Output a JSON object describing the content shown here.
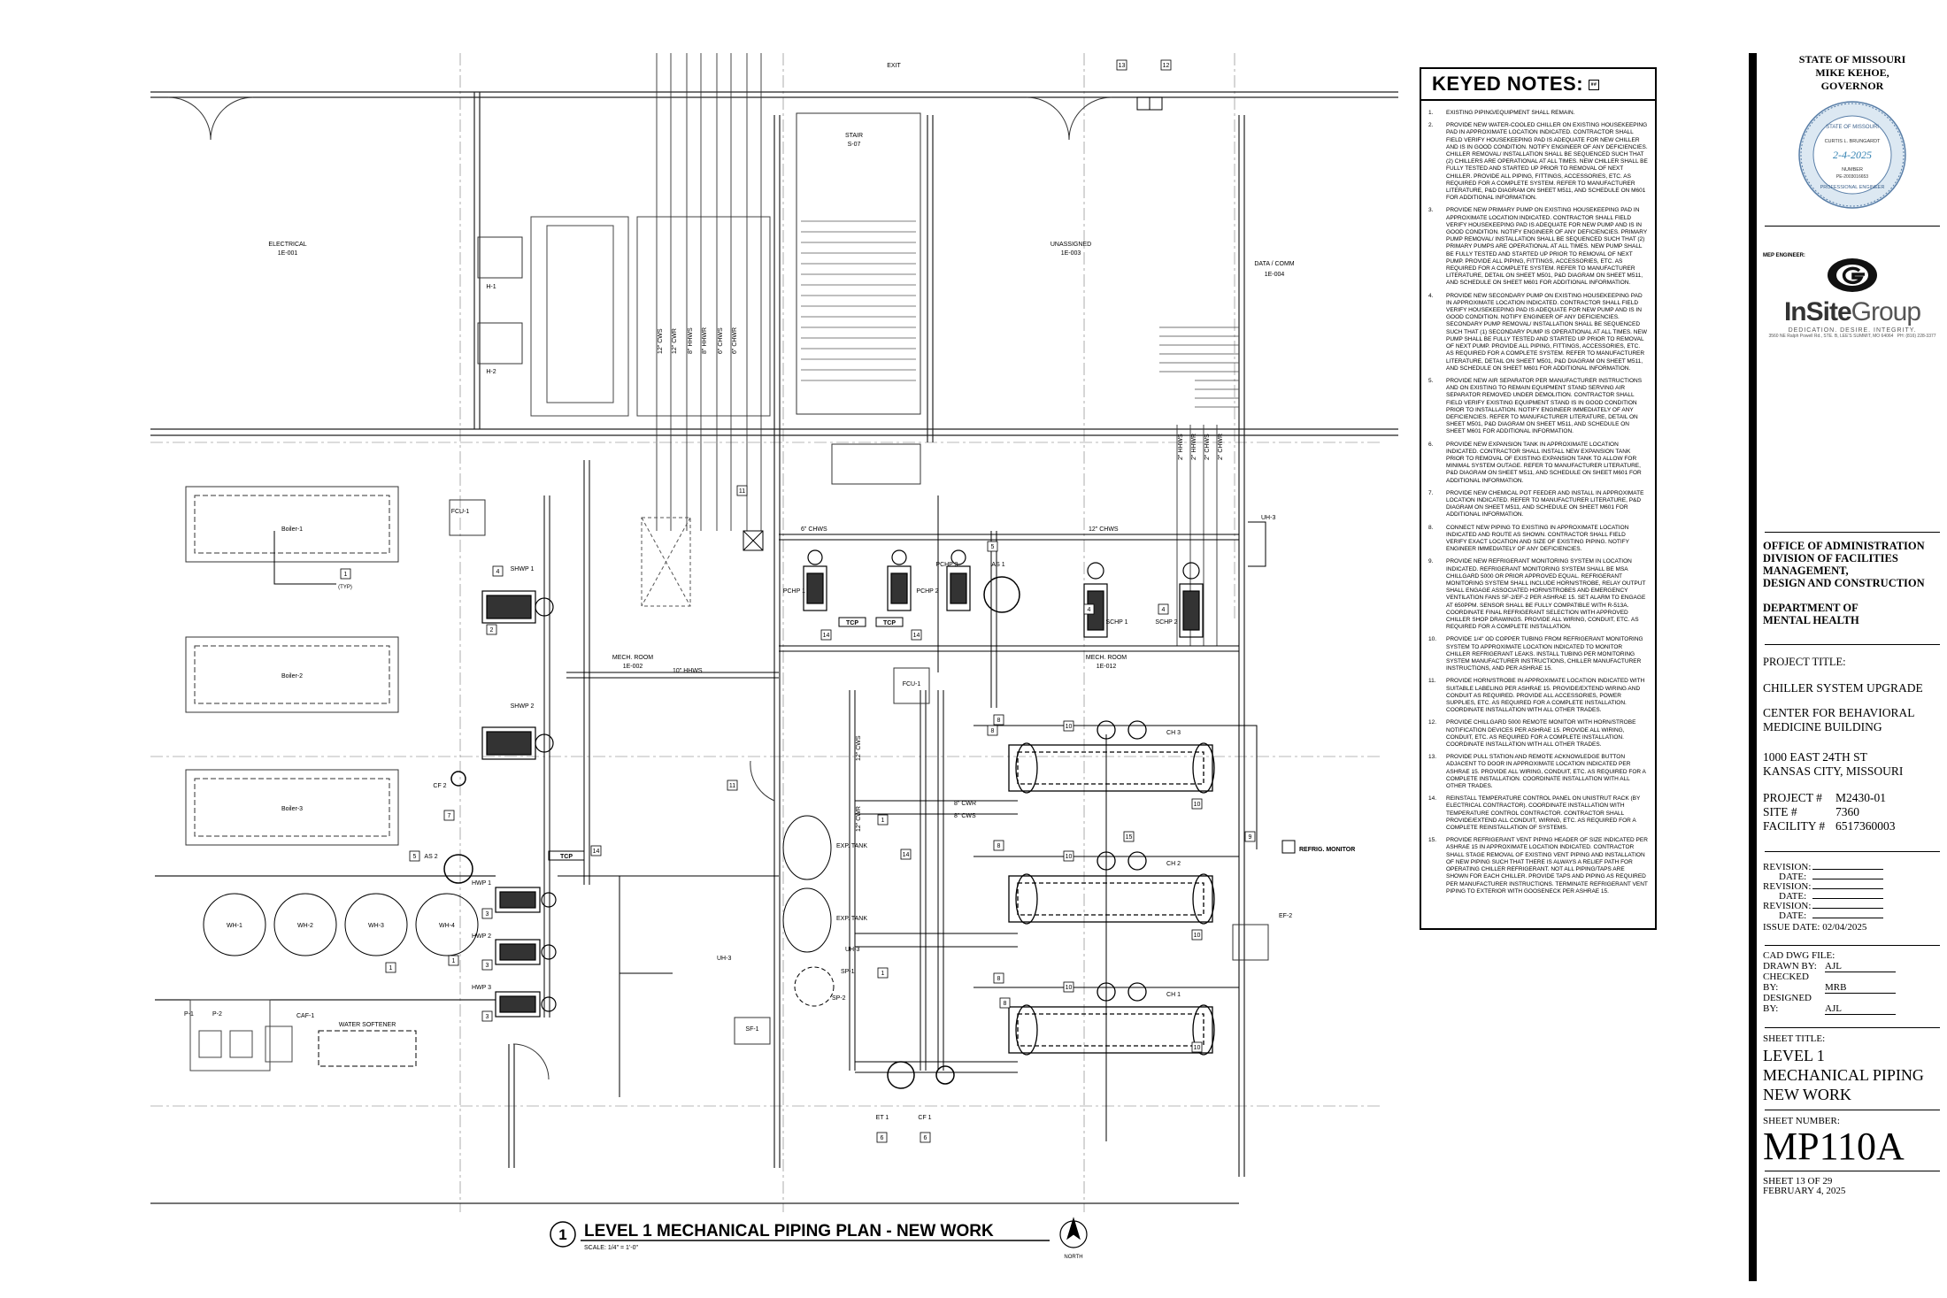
{
  "plan": {
    "title": "LEVEL 1 MECHANICAL PIPING PLAN - NEW WORK",
    "title_num": "1",
    "scale": "SCALE: 1/4\" = 1'-0\"",
    "north": "NORTH",
    "rooms": [
      {
        "name": "ELECTRICAL",
        "tag": "1E-001"
      },
      {
        "name": "STAIR",
        "tag": "S-07"
      },
      {
        "name": "UNASSIGNED",
        "tag": "1E-003"
      },
      {
        "name": "DATA / COMM",
        "tag": "1E-004"
      },
      {
        "name": "MECH. ROOM",
        "tag": "1E-002"
      },
      {
        "name": "MECH. ROOM",
        "tag": "1E-012"
      },
      {
        "name": "EXIT",
        "tag": ""
      }
    ],
    "equipment": {
      "boilers": [
        "Boiler-1",
        "Boiler-2",
        "Boiler-3"
      ],
      "water_heaters": [
        "WH-1",
        "WH-2",
        "WH-3",
        "WH-4"
      ],
      "shwp": [
        "SHWP 1",
        "SHWP 2"
      ],
      "hwp": [
        "HWP 1",
        "HWP 2",
        "HWP 3"
      ],
      "chillers": [
        "CH 3",
        "CH 2",
        "CH 1"
      ],
      "pchp": [
        "PCHP 1",
        "PCHP 2",
        "PCHP 3"
      ],
      "schp": [
        "SCHP 1",
        "SCHP 2"
      ],
      "misc": [
        "H-1",
        "H-2",
        "FCU-1",
        "FCU-1",
        "CF 2",
        "CF 1",
        "AS 2",
        "AS 1",
        "ET 1",
        "TCP",
        "TCP",
        "TCP",
        "EXP. TANK",
        "EXP. TANK",
        "UH-3",
        "UH-3",
        "UH-3",
        "SP-1",
        "SP-2",
        "SF-1",
        "EF-2",
        "P-1",
        "P-2",
        "CAF-1",
        "WATER SOFTENER",
        "REFRIG. MONITOR"
      ]
    },
    "pipes": [
      "12\" CWS",
      "12\" CWR",
      "8\" HHWS",
      "8\" HHWR",
      "6\" CHWS",
      "6\" CHWR",
      "6\" CHWS",
      "12\" CHWS",
      "10\" HHWS",
      "12\" CWS",
      "12\" CWR",
      "8\" CWR",
      "8\" CWS",
      "2\" HHWS",
      "2\" HHWR",
      "2\" CHWS",
      "2\" CHWR"
    ],
    "callouts": [
      "1",
      "1",
      "1",
      "1",
      "1",
      "2",
      "3",
      "3",
      "3",
      "4",
      "4",
      "4",
      "5",
      "5",
      "6",
      "6",
      "7",
      "8",
      "8",
      "8",
      "8",
      "8",
      "9",
      "10",
      "10",
      "10",
      "10",
      "10",
      "10",
      "11",
      "11",
      "12",
      "13",
      "14",
      "14",
      "14",
      "14",
      "15"
    ],
    "typ": "(TYP)"
  },
  "notes": {
    "title": "KEYED NOTES:",
    "items": [
      "EXISTING PIPING/EQUIPMENT SHALL REMAIN.",
      "PROVIDE NEW WATER-COOLED CHILLER ON EXISTING HOUSEKEEPING PAD IN APPROXIMATE LOCATION INDICATED. CONTRACTOR SHALL FIELD VERIFY HOUSEKEEPING PAD IS ADEQUATE FOR NEW CHILLER AND IS IN GOOD CONDITION. NOTIFY ENGINEER OF ANY DEFICIENCIES. CHILLER REMOVAL/ INSTALLATION SHALL BE SEQUENCED SUCH THAT (2) CHILLERS ARE OPERATIONAL AT ALL TIMES. NEW CHILLER SHALL BE FULLY TESTED AND STARTED UP PRIOR TO REMOVAL OF NEXT CHILLER. PROVIDE ALL PIPING, FITTINGS, ACCESSORIES, ETC. AS REQUIRED FOR A COMPLETE SYSTEM. REFER TO MANUFACTURER LITERATURE, P&D DIAGRAM ON SHEET M511, AND SCHEDULE ON M601 FOR ADDITIONAL INFORMATION.",
      "PROVIDE NEW PRIMARY PUMP ON EXISTING HOUSEKEEPING PAD IN APPROXIMATE LOCATION INDICATED. CONTRACTOR SHALL FIELD VERIFY HOUSEKEEPING PAD IS ADEQUATE FOR NEW PUMP AND IS IN GOOD CONDITION. NOTIFY ENGINEER OF ANY DEFICIENCIES. PRIMARY PUMP REMOVAL/ INSTALLATION SHALL BE SEQUENCED SUCH THAT (2) PRIMARY PUMPS ARE OPERATIONAL AT ALL TIMES. NEW PUMP SHALL BE FULLY TESTED AND STARTED UP PRIOR TO REMOVAL OF NEXT PUMP. PROVIDE ALL PIPING, FITTINGS, ACCESSORIES, ETC. AS REQUIRED FOR A COMPLETE SYSTEM. REFER TO MANUFACTURER LITERATURE, DETAIL ON SHEET M501, P&D DIAGRAM ON SHEET M511, AND SCHEDULE ON SHEET M601 FOR ADDITIONAL INFORMATION.",
      "PROVIDE NEW SECONDARY PUMP ON EXISTING HOUSEKEEPING PAD IN APPROXIMATE LOCATION INDICATED. CONTRACTOR SHALL FIELD VERIFY HOUSEKEEPING PAD IS ADEQUATE FOR NEW PUMP AND IS IN GOOD CONDITION. NOTIFY ENGINEER OF ANY DEFICIENCIES. SECONDARY PUMP REMOVAL/ INSTALLATION SHALL BE SEQUENCED SUCH THAT (1) SECONDARY PUMP IS OPERATIONAL AT ALL TIMES. NEW PUMP SHALL BE FULLY TESTED AND STARTED UP PRIOR TO REMOVAL OF NEXT PUMP. PROVIDE ALL PIPING, FITTINGS, ACCESSORIES, ETC. AS REQUIRED FOR A COMPLETE SYSTEM. REFER TO MANUFACTURER LITERATURE, DETAIL ON SHEET M501, P&D DIAGRAM ON SHEET M511, AND SCHEDULE ON SHEET M601 FOR ADDITIONAL INFORMATION.",
      "PROVIDE NEW AIR SEPARATOR PER MANUFACTURER INSTRUCTIONS AND ON EXISTING TO REMAIN EQUIPMENT STAND SERVING AIR SEPARATOR REMOVED UNDER DEMOLITION. CONTRACTOR SHALL FIELD VERIFY EXISTING EQUIPMENT STAND IS IN GOOD CONDITION PRIOR TO INSTALLATION. NOTIFY ENGINEER IMMEDIATELY OF ANY DEFICIENCIES. REFER TO MANUFACTURER LITERATURE, DETAIL ON SHEET M501, P&D DIAGRAM ON SHEET M511, AND SCHEDULE ON SHEET M601 FOR ADDITIONAL INFORMATION.",
      "PROVIDE NEW EXPANSION TANK IN APPROXIMATE LOCATION INDICATED. CONTRACTOR SHALL INSTALL NEW EXPANSION TANK PRIOR TO REMOVAL OF EXISTING EXPANSION TANK TO ALLOW FOR MINIMAL SYSTEM OUTAGE. REFER TO MANUFACTURER LITERATURE, P&D DIAGRAM ON SHEET M511, AND SCHEDULE ON SHEET M601 FOR ADDITIONAL INFORMATION.",
      "PROVIDE NEW CHEMICAL POT FEEDER AND INSTALL IN APPROXIMATE LOCATION INDICATED. REFER TO MANUFACTURER LITERATURE, P&D DIAGRAM ON SHEET M511, AND SCHEDULE ON SHEET M601 FOR ADDITIONAL INFORMATION.",
      "CONNECT NEW PIPING TO EXISTING IN APPROXIMATE LOCATION INDICATED AND ROUTE AS SHOWN. CONTRACTOR SHALL FIELD VERIFY EXACT LOCATION AND SIZE OF EXISTING PIPING. NOTIFY ENGINEER IMMEDIATELY OF ANY DEFICIENCIES.",
      "PROVIDE NEW REFRIGERANT MONITORING SYSTEM IN LOCATION INDICATED. REFRIGERANT MONITORING SYSTEM SHALL BE MSA CHILLGARD 5000 OR PRIOR APPROVED EQUAL. REFRIGERANT MONITORING SYSTEM SHALL INCLUDE HORN/STROBE, RELAY OUTPUT SHALL ENGAGE ASSOCIATED HORN/STROBES AND EMERGENCY VENTILATION FANS SF-2/EF-2 PER ASHRAE 15. SET ALARM TO ENGAGE AT 650PPM. SENSOR SHALL BE FULLY COMPATIBLE WITH R-513A. COORDINATE FINAL REFRIGERANT SELECTION WITH APPROVED CHILLER SHOP DRAWINGS. PROVIDE ALL WIRING, CONDUIT, ETC. AS REQUIRED FOR A COMPLETE INSTALLATION.",
      "PROVIDE 1/4\" OD COPPER TUBING FROM REFRIGERANT MONITORING SYSTEM TO APPROXIMATE LOCATION INDICATED TO MONITOR CHILLER REFRIGERANT LEAKS. INSTALL TUBING PER MONITORING SYSTEM MANUFACTURER INSTRUCTIONS, CHILLER MANUFACTURER INSTRUCTIONS, AND PER ASHRAE 15.",
      "PROVIDE HORN/STROBE IN APPROXIMATE LOCATION INDICATED WITH SUITABLE LABELING PER ASHRAE 15. PROVIDE/EXTEND WIRING AND CONDUIT AS REQUIRED. PROVIDE ALL ACCESSORIES, POWER SUPPLIES, ETC. AS REQUIRED FOR A COMPLETE INSTALLATION. COORDINATE INSTALLATION WITH ALL OTHER TRADES.",
      "PROVIDE CHILLGARD 5000 REMOTE MONITOR WITH HORN/STROBE NOTIFICATION DEVICES PER ASHRAE 15. PROVIDE ALL WIRING, CONDUIT, ETC. AS REQUIRED FOR A COMPLETE INSTALLATION. COORDINATE INSTALLATION WITH ALL OTHER TRADES.",
      "PROVIDE PULL STATION AND REMOTE ACKNOWLEDGE BUTTON ADJACENT TO DOOR IN APPROXIMATE LOCATION INDICATED PER ASHRAE 15. PROVIDE ALL WIRING, CONDUIT, ETC. AS REQUIRED FOR A COMPLETE INSTALLATION. COORDINATE INSTALLATION WITH ALL OTHER TRADES.",
      "REINSTALL TEMPERATURE CONTROL PANEL ON UNISTRUT RACK (BY ELECTRICAL CONTRACTOR). COORDINATE INSTALLATION WITH TEMPERATURE CONTROL CONTRACTOR. CONTRACTOR SHALL PROVIDE/EXTEND ALL CONDUIT, WIRING, ETC. AS REQUIRED FOR A COMPLETE REINSTALLATION OF SYSTEMS.",
      "PROVIDE REFRIGERANT VENT PIPING HEADER OF SIZE INDICATED PER ASHRAE 15 IN APPROXIMATE LOCATION INDICATED. CONTRACTOR SHALL STAGE REMOVAL OF EXISTING VENT PIPING AND INSTALLATION OF NEW PIPING SUCH THAT THERE IS ALWAYS A RELIEF PATH FOR OPERATING CHILLER REFRIGERANT. NOT ALL PIPING/TAPS ARE SHOWN FOR EACH CHILLER. PROVIDE TAPS AND PIPING AS REQUIRED PER MANUFACTURER INSTRUCTIONS. TERMINATE REFRIGERANT VENT PIPING TO EXTERIOR WITH GOOSENECK PER ASHRAE 15."
    ]
  },
  "title_block": {
    "state": "STATE OF MISSOURI",
    "governor": "MIKE KEHOE,",
    "governor_title": "GOVERNOR",
    "seal": {
      "state": "STATE OF MISSOURI",
      "name": "CURTIS L. BRUNGARDT",
      "date": "2-4-2025",
      "number": "NUMBER",
      "license": "PE-2003016653",
      "profession": "PROFESSIONAL ENGINEER"
    },
    "mep_label": "MEP ENGINEER:",
    "firm": {
      "name_a": "InSite",
      "name_b": "Group",
      "tagline": "DEDICATION. DESIRE. INTEGRITY.",
      "address": "3560 NE Ralph Powell Rd., STE. B, LEE'S SUMMIT, MO 64064",
      "phone": "PH: (816) 228-3377"
    },
    "owner": [
      "OFFICE OF ADMINISTRATION",
      "DIVISION OF FACILITIES",
      "MANAGEMENT,",
      "DESIGN AND CONSTRUCTION"
    ],
    "department": [
      "DEPARTMENT OF",
      "MENTAL HEALTH"
    ],
    "project_title_label": "PROJECT TITLE:",
    "project_title": "CHILLER SYSTEM UPGRADE",
    "building": [
      "CENTER FOR BEHAVIORAL",
      "MEDICINE BUILDING"
    ],
    "address": [
      "1000 EAST 24TH ST",
      "KANSAS CITY, MISSOURI"
    ],
    "project_no_label": "PROJECT #",
    "project_no": "M2430-01",
    "site_label": "SITE #",
    "site": "7360",
    "facility_label": "FACILITY #",
    "facility": "6517360003",
    "revision_label": "REVISION:",
    "date_label": "DATE:",
    "issue_date": "ISSUE DATE: 02/04/2025",
    "cad_label": "CAD DWG FILE:",
    "drawn_label": "DRAWN BY:",
    "drawn": "AJL",
    "checked_label": "CHECKED BY:",
    "checked": "MRB",
    "designed_label": "DESIGNED BY:",
    "designed": "AJL",
    "sheet_title_label": "SHEET TITLE:",
    "sheet_title": [
      "LEVEL 1",
      "MECHANICAL PIPING",
      "NEW WORK"
    ],
    "sheet_number_label": "SHEET NUMBER:",
    "sheet_number": "MP110A",
    "sheet_of": "SHEET 13 OF 29",
    "sheet_date": "FEBRUARY 4, 2025"
  }
}
